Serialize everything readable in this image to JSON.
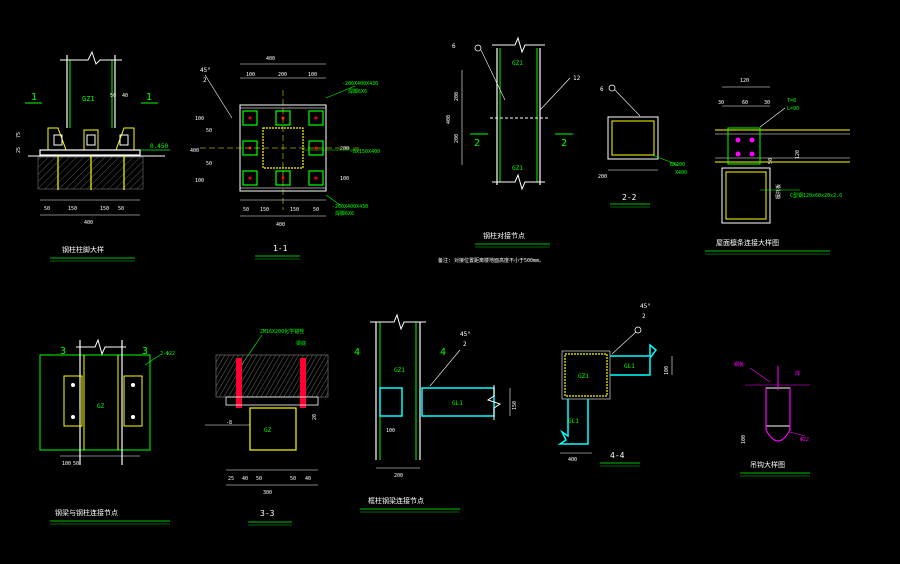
{
  "colors": {
    "background": "#000000",
    "white": "#ffffff",
    "green": "#00ff00",
    "yellow": "#ffff00",
    "cyan": "#00ffff",
    "red": "#ff0000",
    "magenta": "#ff00ff"
  },
  "details": {
    "column_base": {
      "title": "钢柱柱脚大样",
      "section_mark": "1",
      "member": "GZ1",
      "elev": "0.450",
      "dims": [
        "50",
        "40",
        "75",
        "25",
        "50",
        "150",
        "150",
        "400"
      ]
    },
    "section_1_1": {
      "title": "1-1",
      "angle": "45°",
      "two": "2",
      "dims_top": [
        "400",
        "100",
        "200",
        "100"
      ],
      "dims_side": [
        "100",
        "50",
        "50",
        "400",
        "100"
      ],
      "dims_right": [
        "200",
        "100"
      ],
      "dims_bottom": [
        "50",
        "150",
        "150",
        "400"
      ],
      "notes": [
        "-200X400X430",
        "焊脚6X6",
        "-8X150X400",
        "-200X400X430",
        "焊脚6X6"
      ]
    },
    "column_splice": {
      "title": "钢柱对接节点",
      "note": "备注: 对接位置距离楼地面高度不小于500mm。",
      "top_num": "6",
      "member_top": "GZ1",
      "member_bottom": "GZ1",
      "mark_left": "2",
      "mark_right": "2",
      "dims": [
        "400",
        "200",
        "200"
      ],
      "weld_label": "12"
    },
    "section_2_2": {
      "title": "2-2",
      "top_num": "6",
      "dim": "200",
      "label1": "8X200",
      "label2": "X400"
    },
    "roof_detail": {
      "title": "屋面檩条连接大样图",
      "dims_top": [
        "120",
        "30",
        "60",
        "30"
      ],
      "dims_side": [
        "50",
        "120"
      ],
      "note1": "T=8",
      "note2": "L=90",
      "note3": "檩托板",
      "note4": "C型钢120x60x20x2.0"
    },
    "beam_column": {
      "title": "钢梁与钢柱连接节点",
      "mark_left": "3",
      "mark_right": "3",
      "member": "GZ",
      "note": "2-Φ22",
      "dims": [
        "100",
        "50"
      ]
    },
    "section_3_3": {
      "title": "3-3",
      "top_note": "2M16X200化学锚栓",
      "label_top": "梁底",
      "member": "GZ",
      "side_note": "-8",
      "dims": [
        "25",
        "40",
        "50",
        "50",
        "40",
        "300"
      ],
      "dim_side": "20"
    },
    "frame_joint": {
      "title": "框柱钢梁连接节点",
      "mark_left": "4",
      "mark_right": "4",
      "angle": "45°",
      "two": "2",
      "member_col": "GZ1",
      "member_beam": "GL1",
      "dims": [
        "100",
        "200",
        "150"
      ]
    },
    "section_4_4": {
      "title": "4-4",
      "angle": "45°",
      "two": "2",
      "member_col": "GZ1",
      "member_beam1": "GL1",
      "member_beam2": "GL1",
      "dims": [
        "400",
        "100"
      ]
    },
    "hook_detail": {
      "title": "吊钩大样图",
      "note1": "钢板",
      "note2": "焊",
      "note3": "Φ22",
      "dim": "100"
    }
  }
}
